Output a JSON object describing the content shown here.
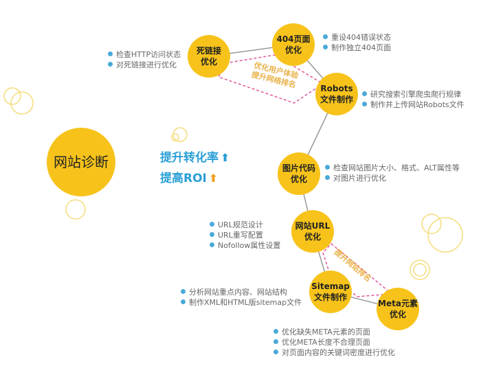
{
  "center": {
    "label": "网站诊断"
  },
  "kpis": [
    {
      "label": "提升转化率",
      "color": "#2a9fd6",
      "arrow_color": "#2a9fd6"
    },
    {
      "label": "提高ROI",
      "color": "#2a9fd6",
      "arrow_color": "#f0a020"
    }
  ],
  "nodes": [
    {
      "line1": "死链接",
      "line2": "优化",
      "items": [
        "检查HTTP访问状态",
        "对死链接进行优化"
      ]
    },
    {
      "line1": "404页面",
      "line2": "优化",
      "items": [
        "重设404错误状态",
        "制作独立404页面"
      ]
    },
    {
      "line1": "Robots",
      "line2": "文件制作",
      "items": [
        "研究搜索引擎爬虫爬行规律",
        "制作并上传网站Robots文件"
      ]
    },
    {
      "line1": "图片代码",
      "line2": "优化",
      "items": [
        "检查网站图片大小、格式、ALT属性等",
        "对图片进行优化"
      ]
    },
    {
      "line1": "网站URL",
      "line2": "优化",
      "items": [
        "URL规范设计",
        "URL重写配置",
        "Nofollow属性设置"
      ]
    },
    {
      "line1": "Sitemap",
      "line2": "文件制作",
      "items": [
        "分析网站重点内容、网站结构",
        "制作XML和HTML版sitemap文件"
      ]
    },
    {
      "line1": "Meta元素",
      "line2": "优化",
      "items": [
        "优化缺失META元素的页面",
        "优化META长度不合理页面",
        "对页面内容的关键词密度进行优化"
      ]
    }
  ],
  "tags": {
    "top": [
      "优化用户体验",
      "提升网络排名"
    ],
    "bottom": "提升网站排名"
  },
  "colors": {
    "node": "#f7c31b",
    "bullet": "#4aa9d9",
    "dash": "#e0559a",
    "ring": "#f5dc7a"
  }
}
